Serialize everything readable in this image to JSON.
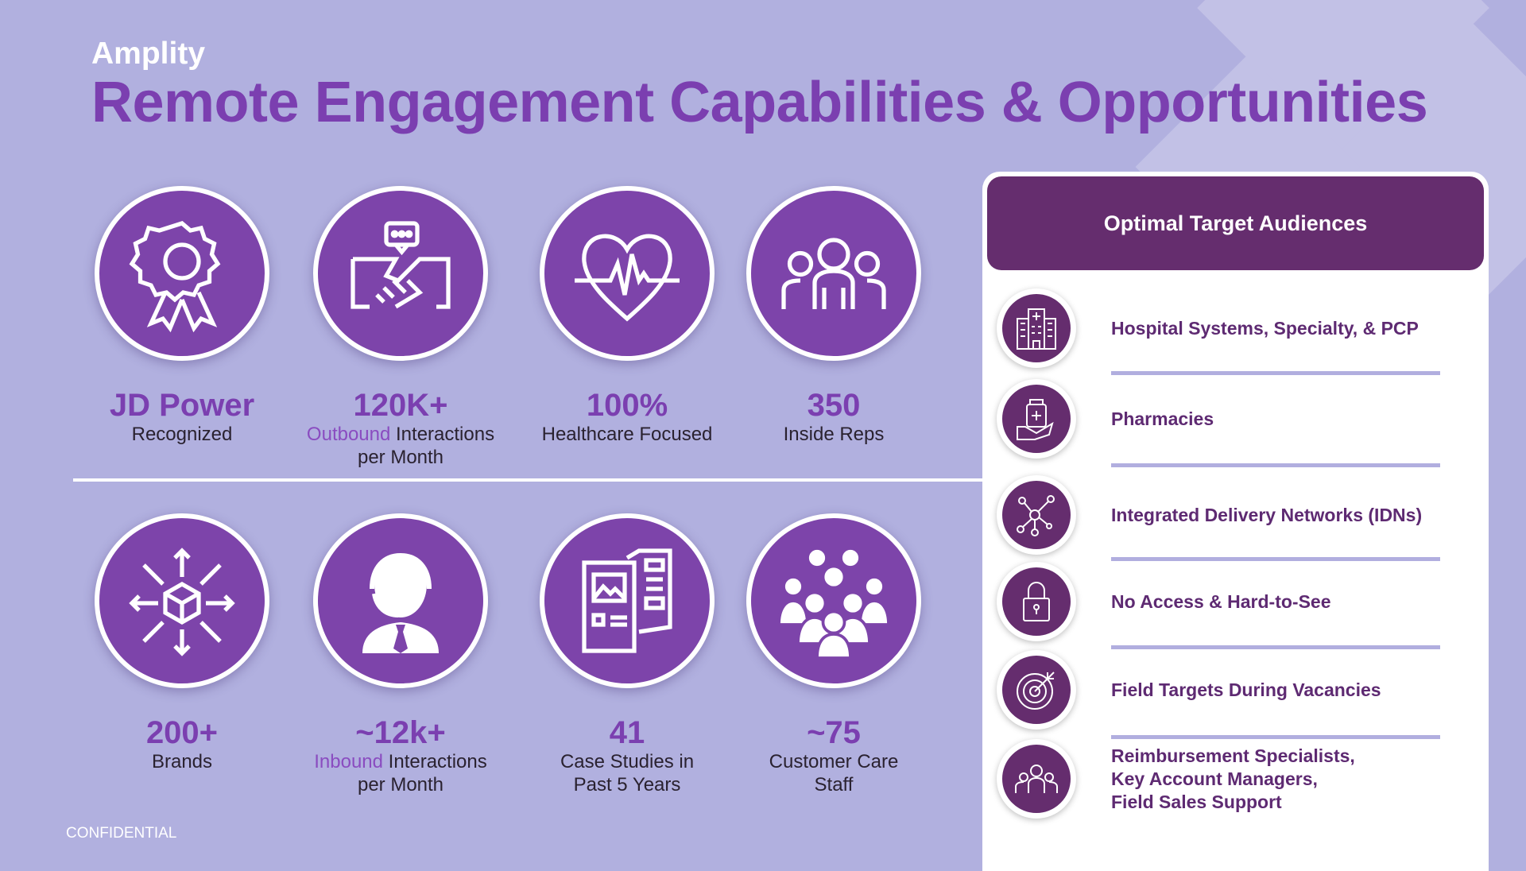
{
  "header": {
    "brand": "Amplity",
    "title": "Remote Engagement Capabilities & Opportunities"
  },
  "stats": [
    {
      "icon": "award-ribbon-icon",
      "value": "JD Power",
      "pre": "",
      "label": "Recognized",
      "line2": ""
    },
    {
      "icon": "handshake-chat-icon",
      "value": "120K+",
      "pre": "Outbound",
      "label": " Interactions",
      "line2": "per Month"
    },
    {
      "icon": "heartbeat-icon",
      "value": "100%",
      "pre": "",
      "label": "Healthcare Focused",
      "line2": ""
    },
    {
      "icon": "team-icon",
      "value": "350",
      "pre": "",
      "label": "Inside Reps",
      "line2": ""
    },
    {
      "icon": "box-distribution-icon",
      "value": "200+",
      "pre": "",
      "label": "Brands",
      "line2": ""
    },
    {
      "icon": "headset-agent-icon",
      "value": "~12k+",
      "pre": "Inbound",
      "label": " Interactions",
      "line2": "per Month"
    },
    {
      "icon": "documents-icon",
      "value": "41",
      "pre": "",
      "label": "Case Studies in",
      "line2": "Past 5 Years"
    },
    {
      "icon": "crowd-icon",
      "value": "~75",
      "pre": "",
      "label": "Customer Care",
      "line2": "Staff"
    }
  ],
  "footer": {
    "confidential": "CONFIDENTIAL"
  },
  "audiences": {
    "title": "Optimal Target Audiences",
    "items": [
      {
        "icon": "hospital-icon",
        "label": "Hospital Systems, Specialty, & PCP"
      },
      {
        "icon": "pharmacy-icon",
        "label": "Pharmacies"
      },
      {
        "icon": "network-icon",
        "label": "Integrated Delivery Networks (IDNs)"
      },
      {
        "icon": "lock-icon",
        "label": "No Access & Hard-to-See"
      },
      {
        "icon": "target-icon",
        "label": "Field Targets During Vacancies"
      },
      {
        "icon": "people-icon",
        "label": "Reimbursement Specialists,\nKey Account Managers,\nField Sales Support"
      }
    ]
  },
  "colors": {
    "background": "#b1b0df",
    "accent": "#7b3fb0",
    "card_header": "#652d6e"
  }
}
